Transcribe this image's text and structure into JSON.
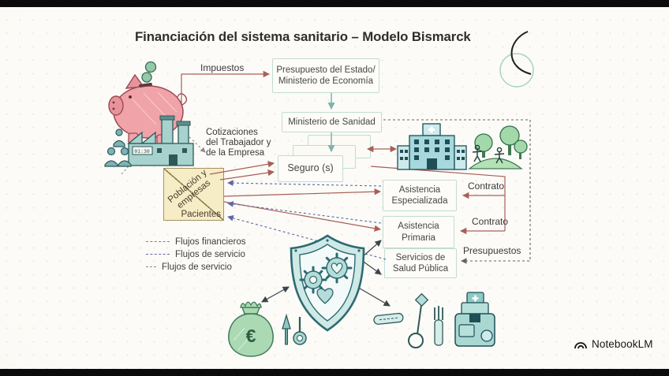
{
  "title": "Financiación del sistema sanitario – Modelo Bismarck",
  "brand": {
    "name": "NotebookLM"
  },
  "boxes": {
    "presupuesto": "Presupuesto del Estado/\nMinisterio de Economía",
    "sanidad": "Ministerio de Sanidad",
    "seguro": "Seguro (s)",
    "especializada": "Asistencia\nEspecializada",
    "primaria": "Asistencia\nPrimaria",
    "salud_publica": "Servicios de\nSalud Pública",
    "poblacion": "Población y\nempresas",
    "pacientes": "Pacientes"
  },
  "labels": {
    "impuestos": "Impuestos",
    "cotizaciones": "Cotizaciones\ndel Trabajador y\nde la Empresa",
    "contrato_1": "Contrato",
    "contrato_2": "Contrato",
    "presupuestos": "Presupuestos"
  },
  "legend": {
    "items": [
      {
        "style": "dashed-red",
        "label": "Flujos financieros"
      },
      {
        "style": "dashed-blue",
        "label": "Flujos de servicio"
      },
      {
        "style": "dashed-gray",
        "label": "Flujos de servicio"
      }
    ]
  },
  "illustrations": {
    "factory_sign": "01:30",
    "money_symbol": "€"
  },
  "colors": {
    "financial_flow": "#a85f58",
    "service_flow": "#5a68a8",
    "budget_flow": "#63636c",
    "teal_accent": "#7fb3ab",
    "highlight_box": "#f6ecc6"
  }
}
